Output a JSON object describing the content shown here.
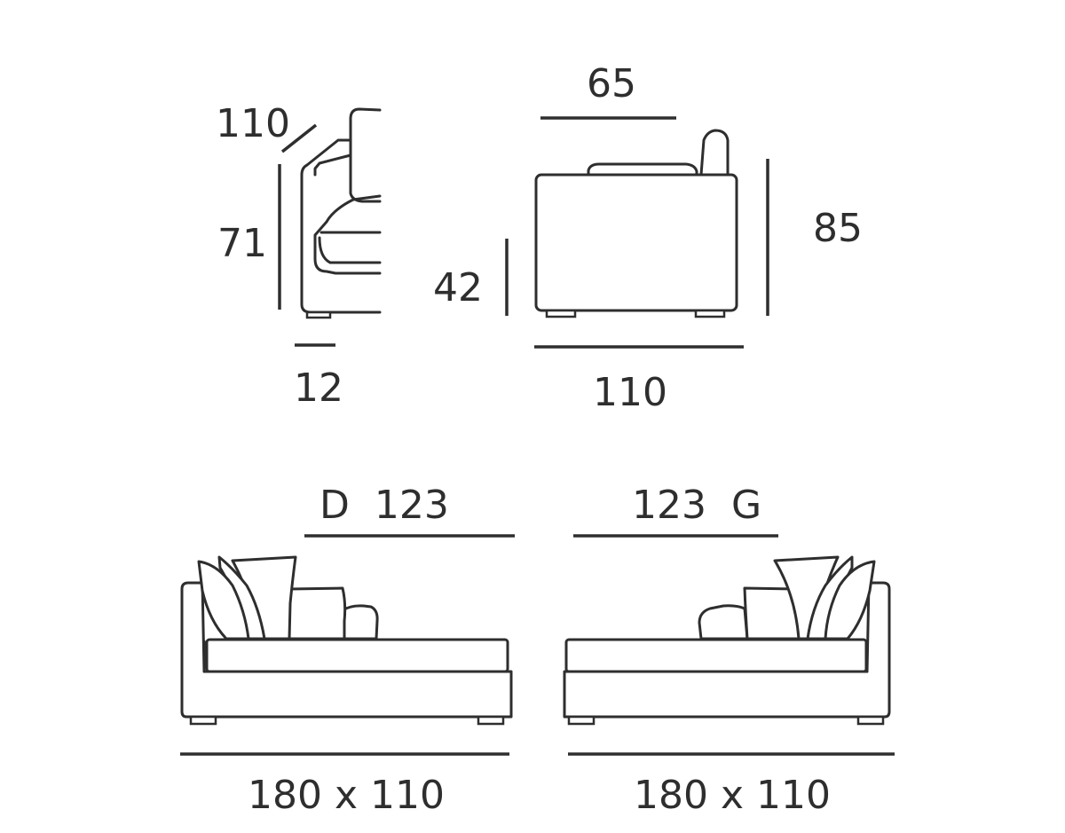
{
  "side_view": {
    "depth_label": "110",
    "height_label": "71",
    "foot_label": "12"
  },
  "front_view": {
    "top_width_label": "65",
    "seat_height_label": "42",
    "total_height_label": "85",
    "width_label": "110"
  },
  "right_chaise": {
    "length_label": "D  123",
    "size_label": "180 x 110"
  },
  "left_chaise": {
    "length_label": "123  G",
    "size_label": "180 x 110"
  },
  "colors": {
    "line": "#2e2e2e",
    "background": "#ffffff"
  }
}
